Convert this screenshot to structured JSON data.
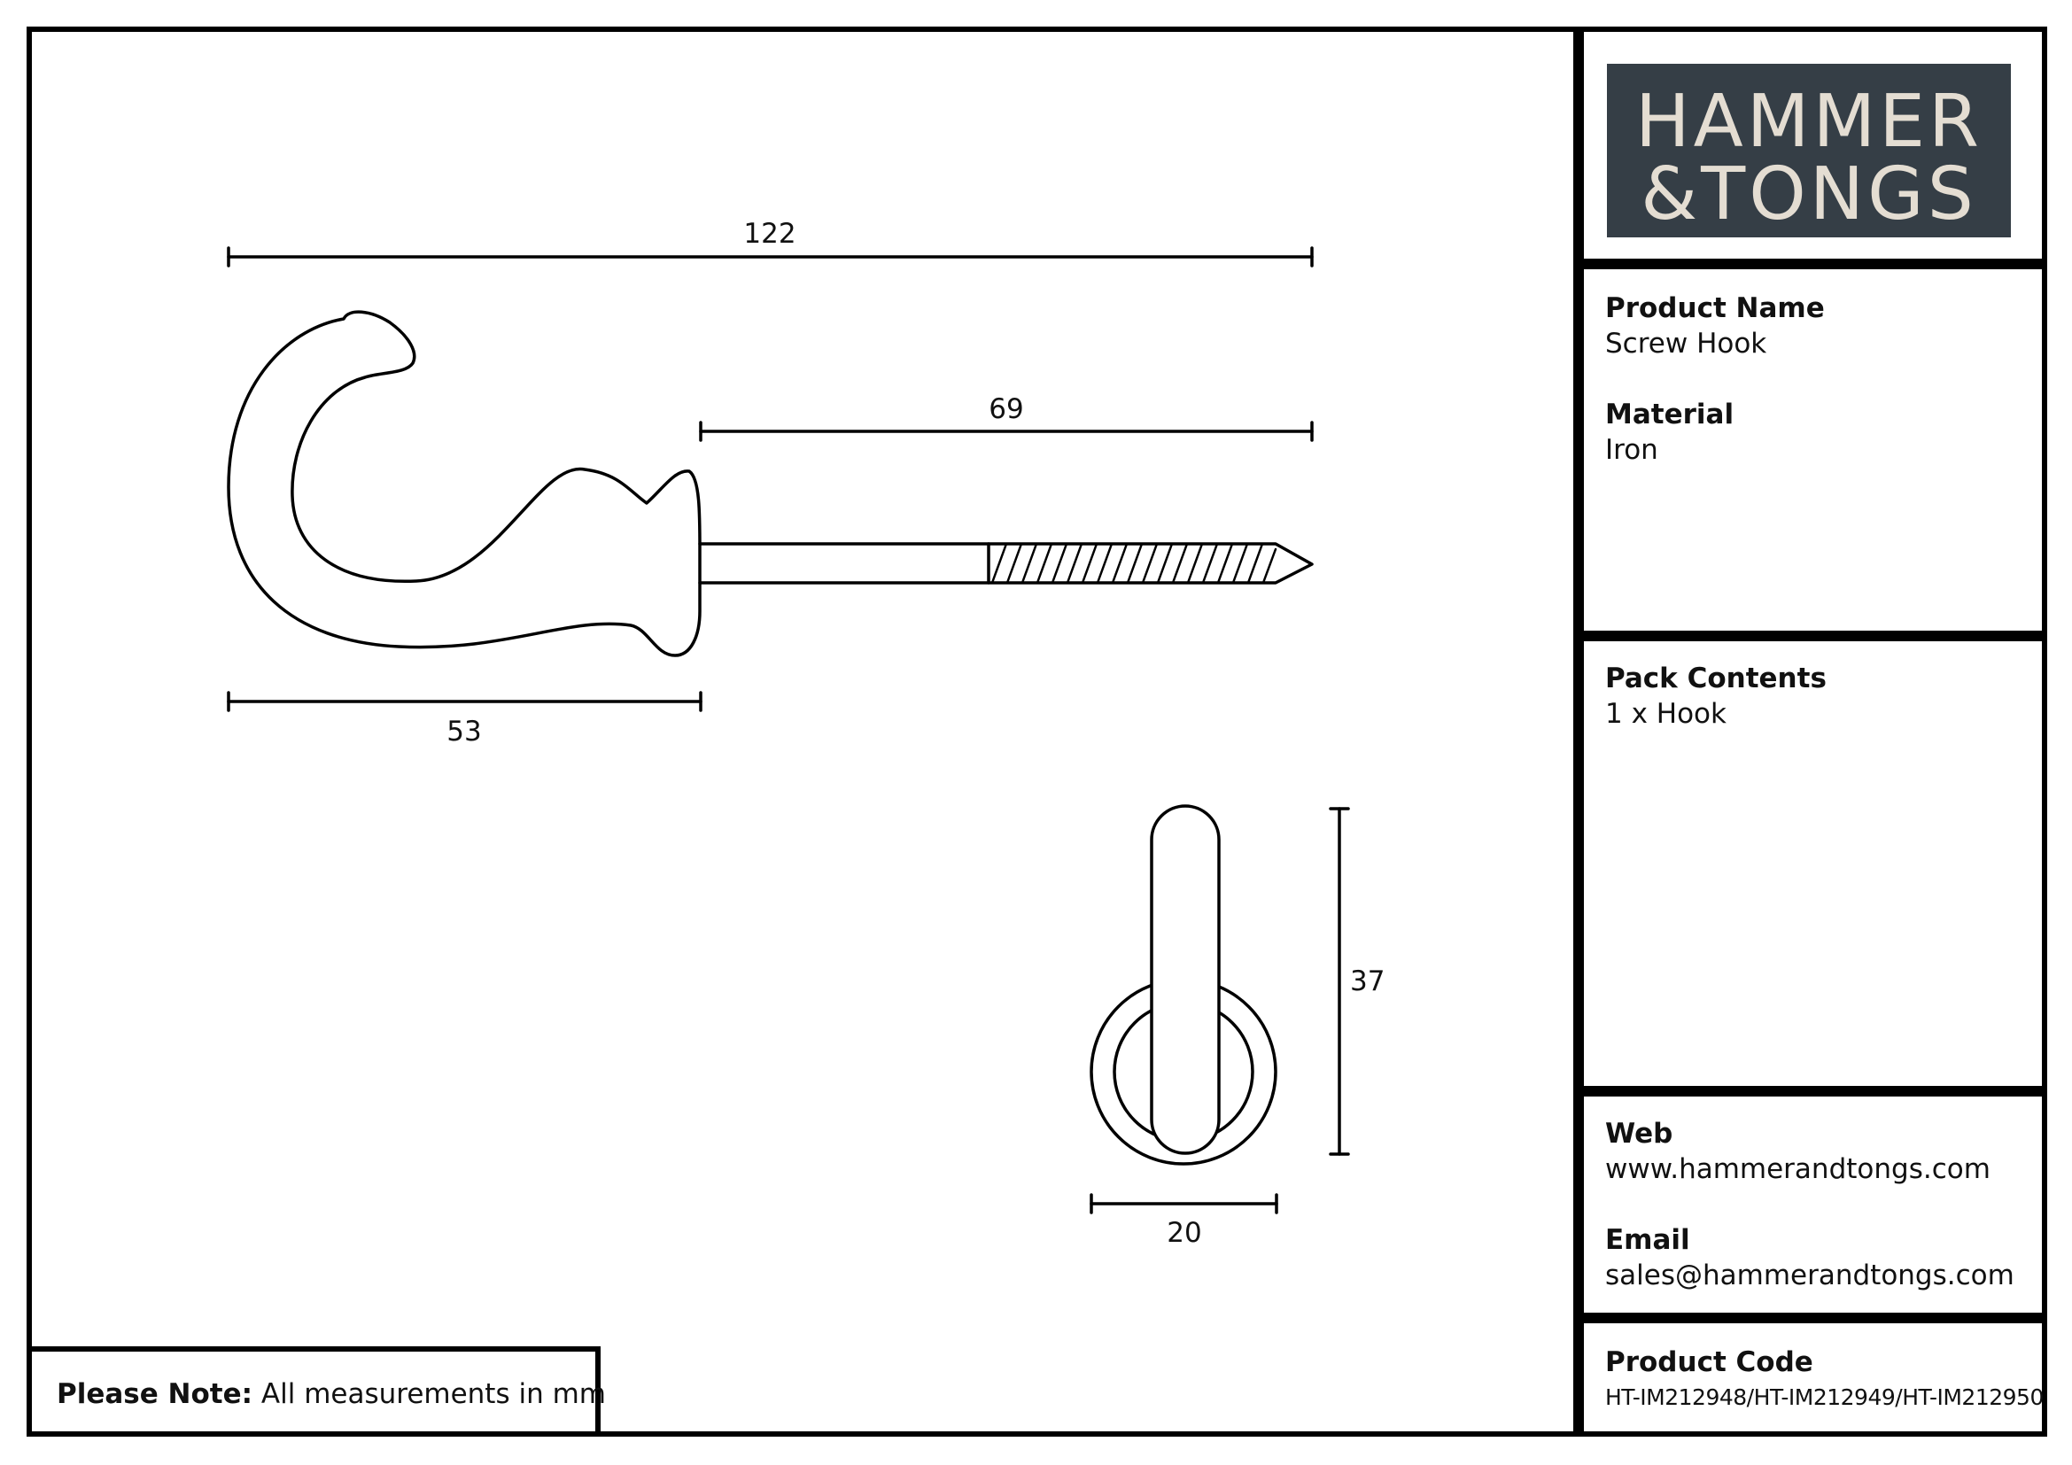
{
  "brand": {
    "line1": "HAMMER",
    "line2": "&TONGS",
    "background": "#353e46",
    "text_color": "#e4ddd2"
  },
  "product": {
    "name_label": "Product Name",
    "name_value": "Screw Hook",
    "material_label": "Material",
    "material_value": "Iron"
  },
  "pack": {
    "label": "Pack Contents",
    "value": "1 x Hook"
  },
  "contact": {
    "web_label": "Web",
    "web_value": "www.hammerandtongs.com",
    "email_label": "Email",
    "email_value": "sales@hammerandtongs.com"
  },
  "code": {
    "label": "Product Code",
    "value": "HT-IM212948/HT-IM212949/HT-IM212950"
  },
  "note": {
    "label": "Please Note:",
    "text": "All measurements in mm"
  },
  "dimensions": {
    "overall_length": "122",
    "screw_length": "69",
    "hook_depth": "53",
    "height": "37",
    "width": "20"
  }
}
